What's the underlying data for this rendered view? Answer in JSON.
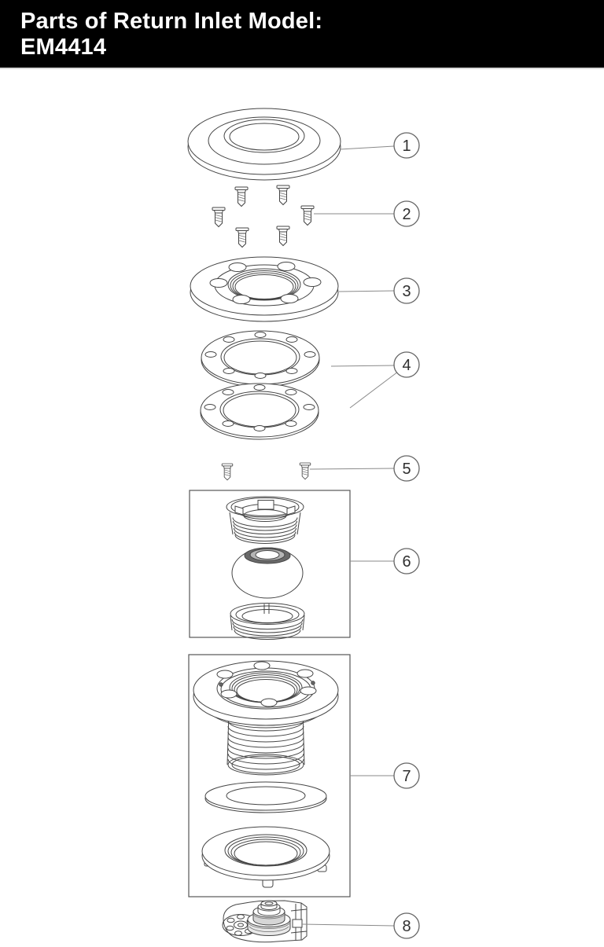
{
  "header": {
    "line1": "Parts of Return Inlet Model:",
    "line2": "EM4414"
  },
  "colors": {
    "header_bg": "#000000",
    "header_fg": "#ffffff",
    "drawing_line": "#454545",
    "leader_line": "#8a8a8a"
  },
  "callouts": [
    {
      "number": "1"
    },
    {
      "number": "2"
    },
    {
      "number": "3"
    },
    {
      "number": "4"
    },
    {
      "number": "5"
    },
    {
      "number": "6"
    },
    {
      "number": "7"
    },
    {
      "number": "8"
    }
  ]
}
